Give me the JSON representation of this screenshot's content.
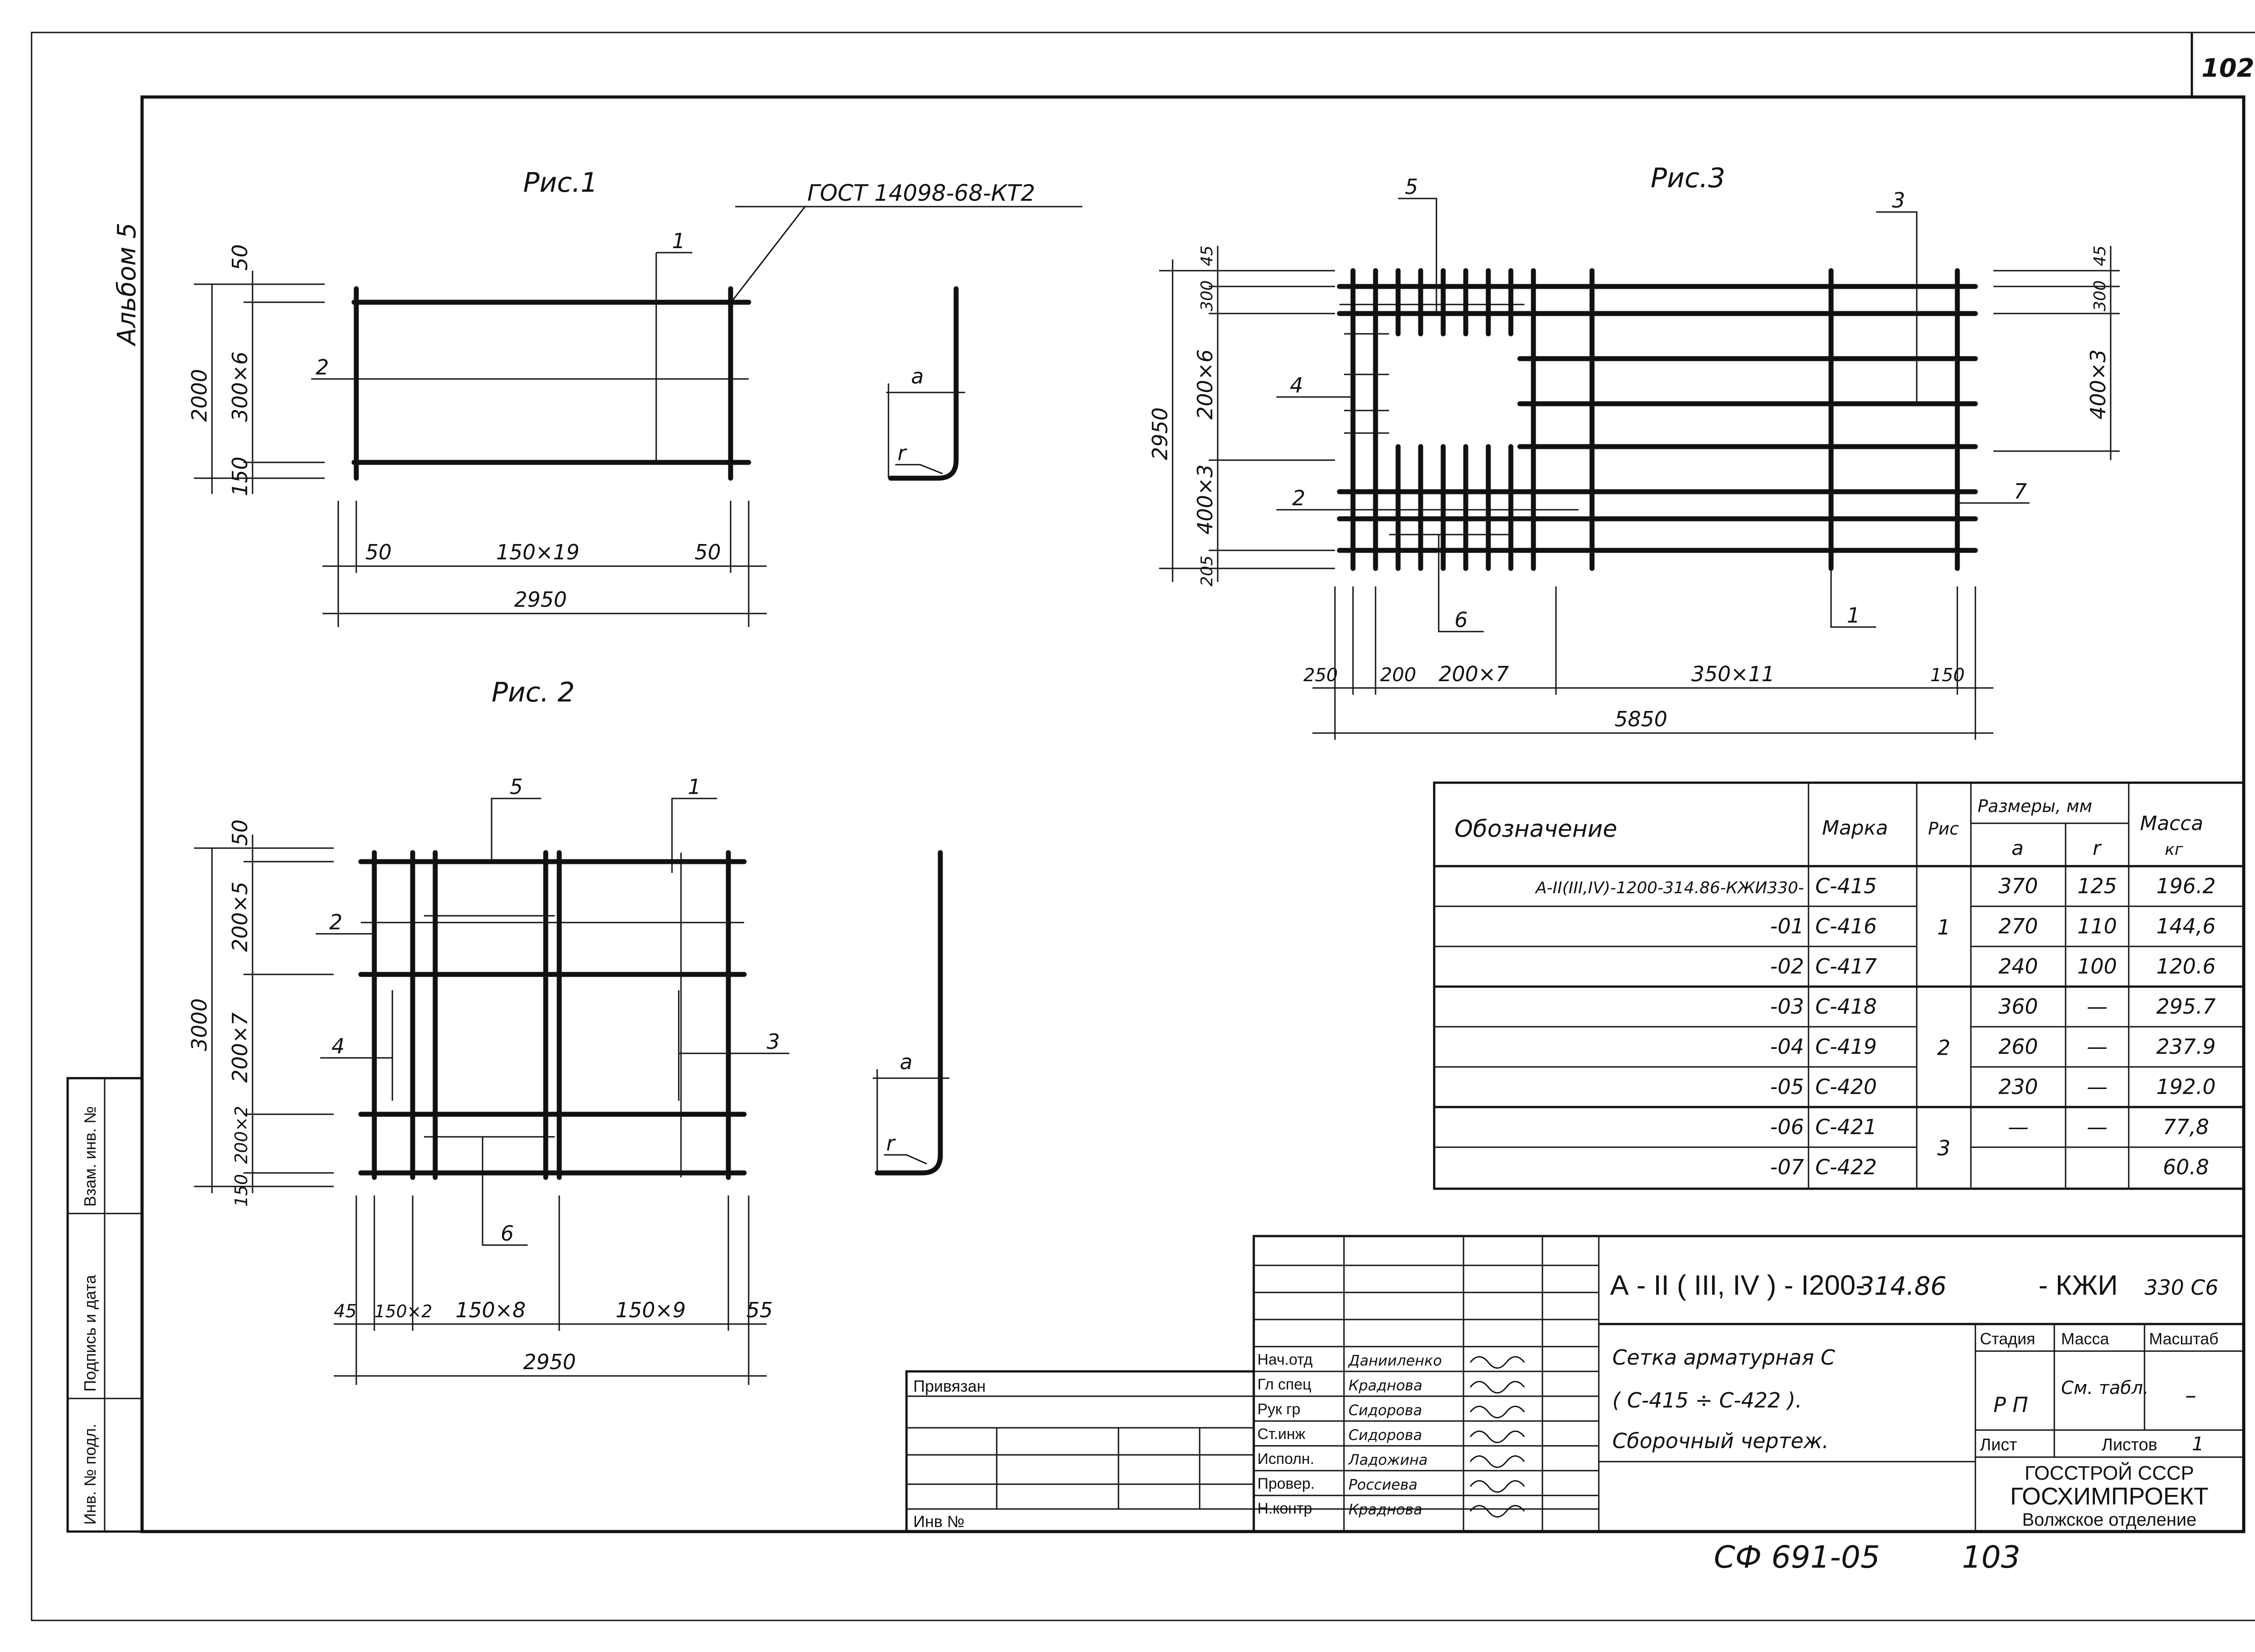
{
  "sheet_number": "102",
  "album_label": "Альбом 5",
  "fig1": {
    "title": "Рис.1",
    "gost": "ГОСТ 14098-68-КТ2",
    "h_total": "2000",
    "h_top": "50",
    "h_mid": "300×6",
    "h_bot": "150",
    "w_left": "50",
    "w_mid": "150×19",
    "w_right": "50",
    "w_total": "2950",
    "callout_1": "1",
    "callout_2": "2"
  },
  "detail": {
    "a": "a",
    "r": "r"
  },
  "fig2": {
    "title": "Рис. 2",
    "h_total": "3000",
    "h_top": "50",
    "h_1": "200×5",
    "h_2": "200×7",
    "h_3": "200×2",
    "h_bot": "150",
    "w_1": "45",
    "w_2": "150×2",
    "w_3": "150×8",
    "w_4": "150×9",
    "w_5": "55",
    "w_total": "2950",
    "callout_1": "1",
    "callout_2": "2",
    "callout_3": "3",
    "callout_4": "4",
    "callout_5": "5",
    "callout_6": "6"
  },
  "fig3": {
    "title": "Рис.3",
    "h_total": "2950",
    "h_top": "45",
    "h_1": "300",
    "h_2": "200×6",
    "h_3": "400×3",
    "h_bot": "205",
    "hr_top": "45",
    "hr_1": "300",
    "hr_2": "400×3",
    "w_1": "250",
    "w_2": "200",
    "w_3": "200×7",
    "w_4": "350×11",
    "w_5": "150",
    "w_total": "5850",
    "callout_1": "1",
    "callout_2": "2",
    "callout_3": "3",
    "callout_4": "4",
    "callout_5": "5",
    "callout_6": "6",
    "callout_7": "7"
  },
  "table": {
    "headers": {
      "designation": "Обозначение",
      "mark": "Марка",
      "fig": "Рис",
      "dims": "Размеры, мм",
      "a": "a",
      "r": "r",
      "mass": "Масса",
      "mass_unit": "кг"
    },
    "rows": [
      {
        "designation": "А-II(III,IV)-1200-314.86-КЖИ330-",
        "mark": "С-415",
        "a": "370",
        "r": "125",
        "mass": "196.2"
      },
      {
        "designation": "-01",
        "mark": "С-416",
        "a": "270",
        "r": "110",
        "mass": "144,6"
      },
      {
        "designation": "-02",
        "mark": "С-417",
        "a": "240",
        "r": "100",
        "mass": "120.6"
      },
      {
        "designation": "-03",
        "mark": "С-418",
        "a": "360",
        "r": "—",
        "mass": "295.7"
      },
      {
        "designation": "-04",
        "mark": "С-419",
        "a": "260",
        "r": "—",
        "mass": "237.9"
      },
      {
        "designation": "-05",
        "mark": "С-420",
        "a": "230",
        "r": "—",
        "mass": "192.0"
      },
      {
        "designation": "-06",
        "mark": "С-421",
        "a": "—",
        "r": "—",
        "mass": "77,8"
      },
      {
        "designation": "-07",
        "mark": "С-422",
        "a": "",
        "r": "",
        "mass": "60.8"
      }
    ],
    "fig_groups": [
      "1",
      "2",
      "3"
    ]
  },
  "stamp": {
    "code_prefix": "А - II ( III, IV ) - I200-",
    "code_hand": "314.86",
    "code_suffix": "- КЖИ",
    "code_suffix_hand": "330 С6",
    "title_line1": "Сетка арматурная С",
    "title_line2": "( С-415 ÷ С-422 ).",
    "title_line3": "Сборочный чертеж.",
    "stage_label": "Стадия",
    "mass_label": "Масса",
    "scale_label": "Масштаб",
    "stage_value": "Р П",
    "mass_value": "См. табл.",
    "scale_value": "–",
    "sheet_label": "Лист",
    "sheets_label": "Листов",
    "sheets_value": "1",
    "org1": "ГОССТРОЙ СССР",
    "org2": "ГОСХИМПРОЕКТ",
    "org3": "Волжское отделение",
    "roles": [
      "Нач.отд",
      "Гл спец",
      "Рук гр",
      "Ст.инж",
      "Исполн.",
      "Провер.",
      "Н.контр"
    ],
    "names": [
      "Данииленко",
      "Краднова",
      "Сидорова",
      "Сидорова",
      "Ладожина",
      "Россиева",
      "Краднова"
    ],
    "privyazan": "Привязан",
    "inv_no": "Инв №"
  },
  "side_stamp": {
    "inv_podl": "Инв. № подл.",
    "podpis": "Подпись и дата",
    "vzam": "Взам. инв. №"
  },
  "footer_code": "СФ 691-05",
  "footer_num": "103"
}
